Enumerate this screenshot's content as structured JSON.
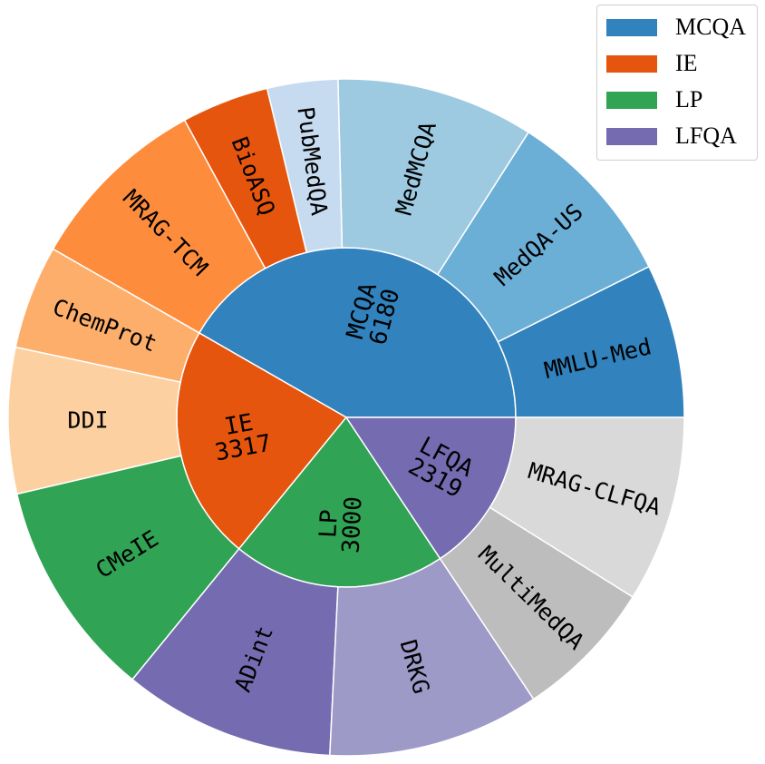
{
  "chart_data": {
    "type": "sunburst",
    "inner": [
      {
        "label": "MCQA",
        "value": 6180,
        "color": "#3182bd"
      },
      {
        "label": "IE",
        "value": 3317,
        "color": "#e6550d"
      },
      {
        "label": "LP",
        "value": 3000,
        "color": "#31a354"
      },
      {
        "label": "LFQA",
        "value": 2319,
        "color": "#756bb1"
      }
    ],
    "outer": [
      {
        "label": "MMLU-Med",
        "value": 1089,
        "color": "#3182bd"
      },
      {
        "label": "MedQA-US",
        "value": 1273,
        "color": "#6baed6"
      },
      {
        "label": "MedMCQA",
        "value": 1400,
        "color": "#9ecae1"
      },
      {
        "label": "PubMedQA",
        "value": 500,
        "color": "#c6dbef"
      },
      {
        "label": "BioASQ",
        "value": 618,
        "color": "#e6550d"
      },
      {
        "label": "MRAG-TCM",
        "value": 1300,
        "color": "#fd8d3c"
      },
      {
        "label": "ChemProt",
        "value": 735,
        "color": "#fdae6b"
      },
      {
        "label": "DDI",
        "value": 1032,
        "color": "#fdd0a2"
      },
      {
        "label": "CMeIE",
        "value": 1550,
        "color": "#31a354"
      },
      {
        "label": "ADint",
        "value": 1500,
        "color": "#756bb1"
      },
      {
        "label": "DRKG",
        "value": 1500,
        "color": "#9e9ac8"
      },
      {
        "label": "MultiMedQA",
        "value": 1000,
        "color": "#bdbdbd"
      },
      {
        "label": "MRAG-CLFQA",
        "value": 1319,
        "color": "#d9d9d9"
      }
    ],
    "legend": {
      "position": "top-right",
      "entries": [
        {
          "label": "MCQA",
          "color": "#3182bd"
        },
        {
          "label": "IE",
          "color": "#e6550d"
        },
        {
          "label": "LP",
          "color": "#31a354"
        },
        {
          "label": "LFQA",
          "color": "#756bb1"
        }
      ]
    }
  }
}
